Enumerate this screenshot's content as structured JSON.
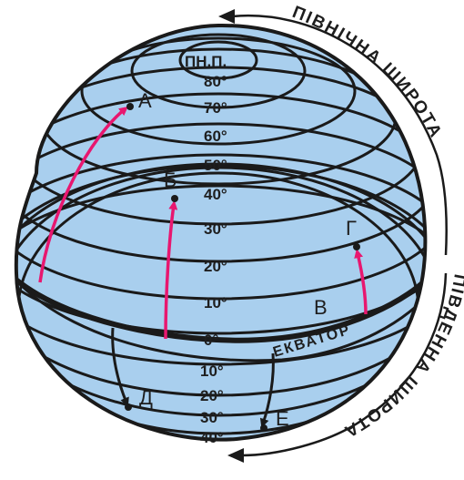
{
  "globe": {
    "pole_label": "ПН.П.",
    "equator_label": "ЕКВАТОР",
    "north_label": "ПІВНІЧНА ШИРОТА",
    "south_label": "ПІВДЕННА ШИРОТА",
    "colors": {
      "ocean": "#a9cfee",
      "line": "#1a1a1a",
      "arrow_pink": "#e8176f"
    }
  },
  "latitudes": {
    "north": [
      "80°",
      "70°",
      "60°",
      "50°",
      "40°",
      "30°",
      "20°",
      "10°"
    ],
    "zero": "0°",
    "south": [
      "10°",
      "20°",
      "30°",
      "40°"
    ]
  },
  "points": {
    "a": "А",
    "b": "Б",
    "v": "В",
    "g": "Г",
    "d": "Д",
    "e": "Е"
  }
}
